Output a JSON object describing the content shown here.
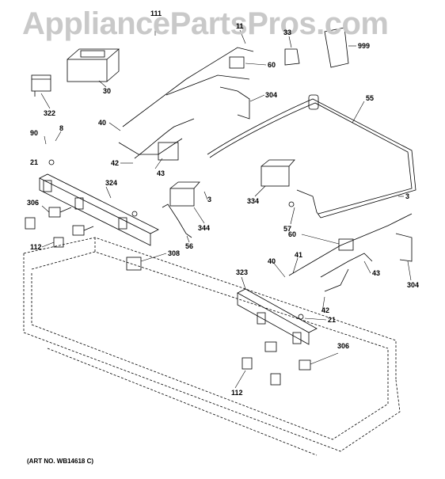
{
  "watermark": "AppliancePartsPros.com",
  "art_number": "(ART NO. WB14618 C)",
  "callouts": {
    "p111": "111",
    "p11": "11",
    "p33": "33",
    "p999": "999",
    "p60a": "60",
    "p30": "30",
    "p322": "322",
    "p304a": "304",
    "p55": "55",
    "p40a": "40",
    "p90": "90",
    "p8": "8",
    "p42a": "42",
    "p43a": "43",
    "p21a": "21",
    "p324": "324",
    "p3a": "3",
    "p334": "334",
    "p306a": "306",
    "p344": "344",
    "p57": "57",
    "p3b": "3",
    "p112a": "112",
    "p56": "56",
    "p308": "308",
    "p60b": "60",
    "p41": "41",
    "p323": "323",
    "p40b": "40",
    "p43b": "43",
    "p304b": "304",
    "p42b": "42",
    "p21b": "21",
    "p306b": "306",
    "p112b": "112"
  },
  "colors": {
    "line": "#000000",
    "watermark": "#c9c9c9",
    "background": "#ffffff"
  }
}
